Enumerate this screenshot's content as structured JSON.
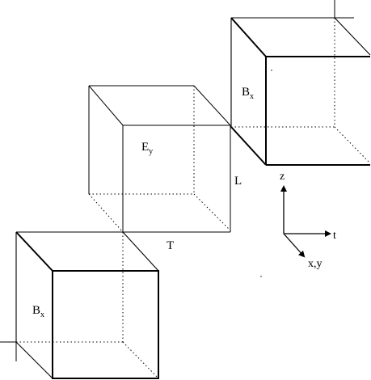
{
  "diagram": {
    "line_color": "#000000",
    "background": "#ffffff",
    "cubes": [
      {
        "id": "bx-top",
        "letter": "B",
        "subscript": "x"
      },
      {
        "id": "ey-middle",
        "letter": "E",
        "subscript": "y"
      },
      {
        "id": "bx-bottom",
        "letter": "B",
        "subscript": "x"
      }
    ],
    "dimension_labels": {
      "length": "L",
      "time": "T"
    },
    "axes": {
      "z": "z",
      "t": "t",
      "xy": "x,y"
    }
  }
}
